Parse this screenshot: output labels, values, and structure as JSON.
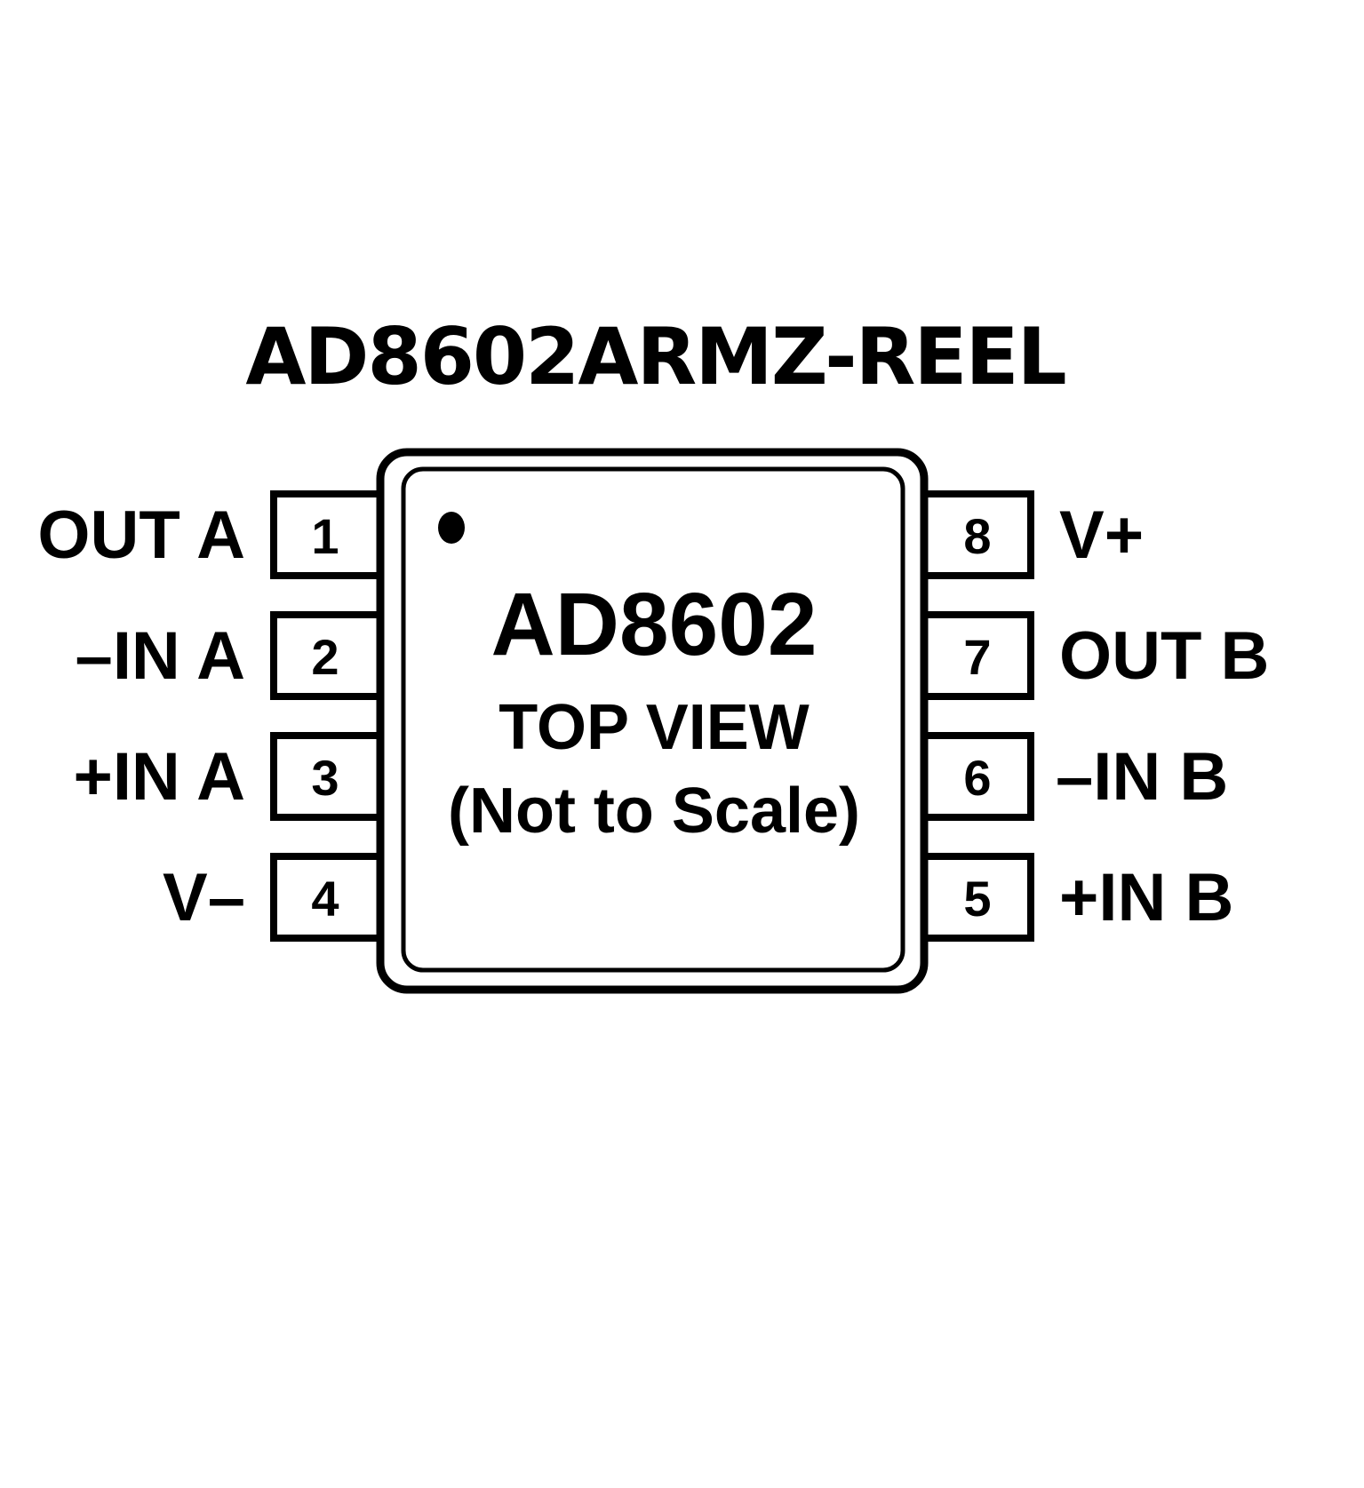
{
  "title": "AD8602ARMZ-REEL",
  "chip": {
    "name": "AD8602",
    "view_label": "TOP VIEW",
    "scale_note": "(Not to Scale)",
    "pin1_marker": "dot"
  },
  "pins": {
    "left": [
      {
        "number": "1",
        "label": "OUT A"
      },
      {
        "number": "2",
        "label": "–IN A"
      },
      {
        "number": "3",
        "label": "+IN A"
      },
      {
        "number": "4",
        "label": "V–"
      }
    ],
    "right": [
      {
        "number": "8",
        "label": "V+"
      },
      {
        "number": "7",
        "label": "OUT B"
      },
      {
        "number": "6",
        "label": "–IN B"
      },
      {
        "number": "5",
        "label": "+IN B"
      }
    ]
  },
  "colors": {
    "stroke": "#000000",
    "background": "#ffffff"
  }
}
